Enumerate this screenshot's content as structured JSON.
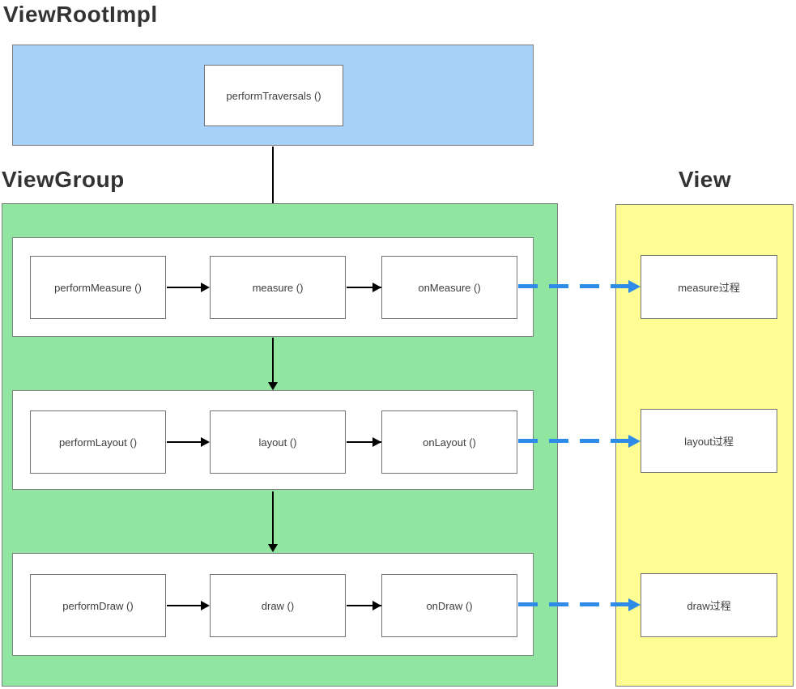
{
  "colors": {
    "blue": "#a6d2fa",
    "green": "#90e5a1",
    "yellow": "#fdfd94",
    "arrow_blue": "#2e8be8",
    "arrow_black": "#000000",
    "title_text": "#333333",
    "node_text": "#3d3d3d"
  },
  "view_root_impl": {
    "title": "ViewRootImpl",
    "node": "performTraversals ()"
  },
  "view_group": {
    "title": "ViewGroup",
    "rows": [
      {
        "nodes": [
          "performMeasure ()",
          "measure ()",
          "onMeasure ()"
        ]
      },
      {
        "nodes": [
          "performLayout ()",
          "layout ()",
          "onLayout ()"
        ]
      },
      {
        "nodes": [
          "performDraw ()",
          "draw ()",
          "onDraw ()"
        ]
      }
    ]
  },
  "view": {
    "title": "View",
    "nodes": [
      "measure过程",
      "layout过程",
      "draw过程"
    ]
  }
}
